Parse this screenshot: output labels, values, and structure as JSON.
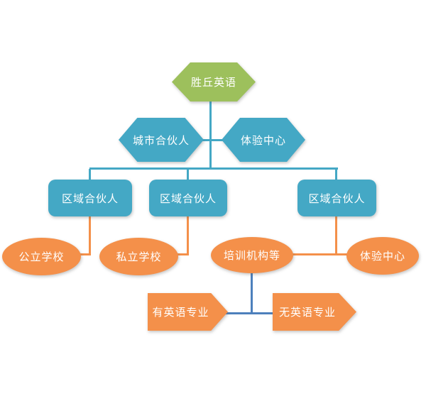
{
  "colors": {
    "green": "#9DC05C",
    "teal": "#44A8C5",
    "orange": "#F4904A",
    "blue": "#4D80BC",
    "node-text": "#FFFFFF",
    "background": "#FFFFFF"
  },
  "nodes": {
    "root": {
      "label": "胜丘英语",
      "shape": "hexagon"
    },
    "city_partner": {
      "label": "城市合伙人",
      "shape": "hexagon"
    },
    "experience_center_top": {
      "label": "体验中心",
      "shape": "hexagon"
    },
    "regional_partner_1": {
      "label": "区域合伙人",
      "shape": "rounded-rectangle"
    },
    "regional_partner_2": {
      "label": "区域合伙人",
      "shape": "rounded-rectangle"
    },
    "regional_partner_3": {
      "label": "区域合伙人",
      "shape": "rounded-rectangle"
    },
    "public_school": {
      "label": "公立学校",
      "shape": "ellipse"
    },
    "private_school": {
      "label": "私立学校",
      "shape": "ellipse"
    },
    "training_institutions": {
      "label": "培训机构等",
      "shape": "ellipse"
    },
    "experience_center_bottom": {
      "label": "体验中心",
      "shape": "ellipse"
    },
    "with_english_major": {
      "label": "有英语专业",
      "shape": "arrow-pentagon"
    },
    "without_english_major": {
      "label": "无英语专业",
      "shape": "arrow-pentagon"
    }
  },
  "edges": [
    {
      "from": "root",
      "to": "city_partner",
      "color": "teal"
    },
    {
      "from": "root",
      "to": "experience_center_top",
      "color": "teal"
    },
    {
      "from": "root",
      "to": "regional_partner_1",
      "color": "teal"
    },
    {
      "from": "root",
      "to": "regional_partner_2",
      "color": "teal"
    },
    {
      "from": "root",
      "to": "regional_partner_3",
      "color": "teal"
    },
    {
      "from": "regional_partner_1",
      "to": "public_school",
      "color": "orange"
    },
    {
      "from": "regional_partner_2",
      "to": "private_school",
      "color": "orange"
    },
    {
      "from": "regional_partner_3",
      "to": "training_institutions",
      "color": "orange"
    },
    {
      "from": "regional_partner_3",
      "to": "experience_center_bottom",
      "color": "orange"
    },
    {
      "from": "training_institutions",
      "to": "with_english_major",
      "color": "blue"
    },
    {
      "from": "training_institutions",
      "to": "without_english_major",
      "color": "blue"
    }
  ]
}
